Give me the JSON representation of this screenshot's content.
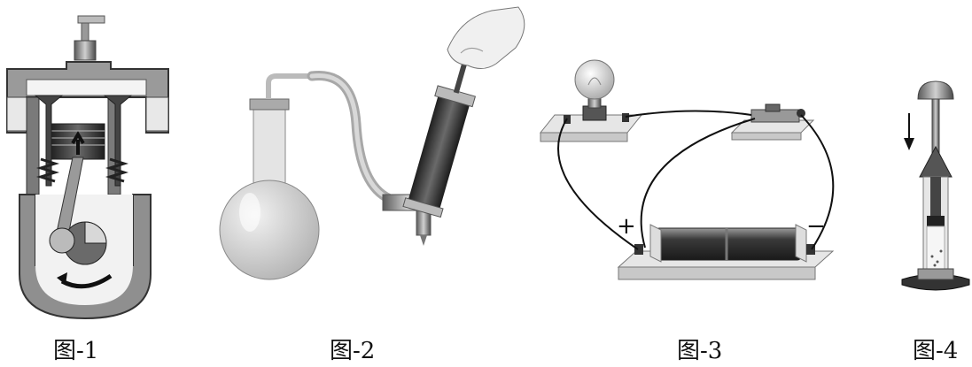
{
  "captions": {
    "fig1": "图-1",
    "fig2": "图-2",
    "fig3": "图-3",
    "fig4": "图-4"
  },
  "fig3": {
    "plus_sign": "+",
    "minus_sign": "−"
  },
  "colors": {
    "metal_dark": "#4a4a4a",
    "metal_mid": "#8a8a8a",
    "metal_light": "#c8c8c8",
    "glass": "#dcdcdc",
    "board": "#e6e6e6",
    "wire": "#111111"
  }
}
